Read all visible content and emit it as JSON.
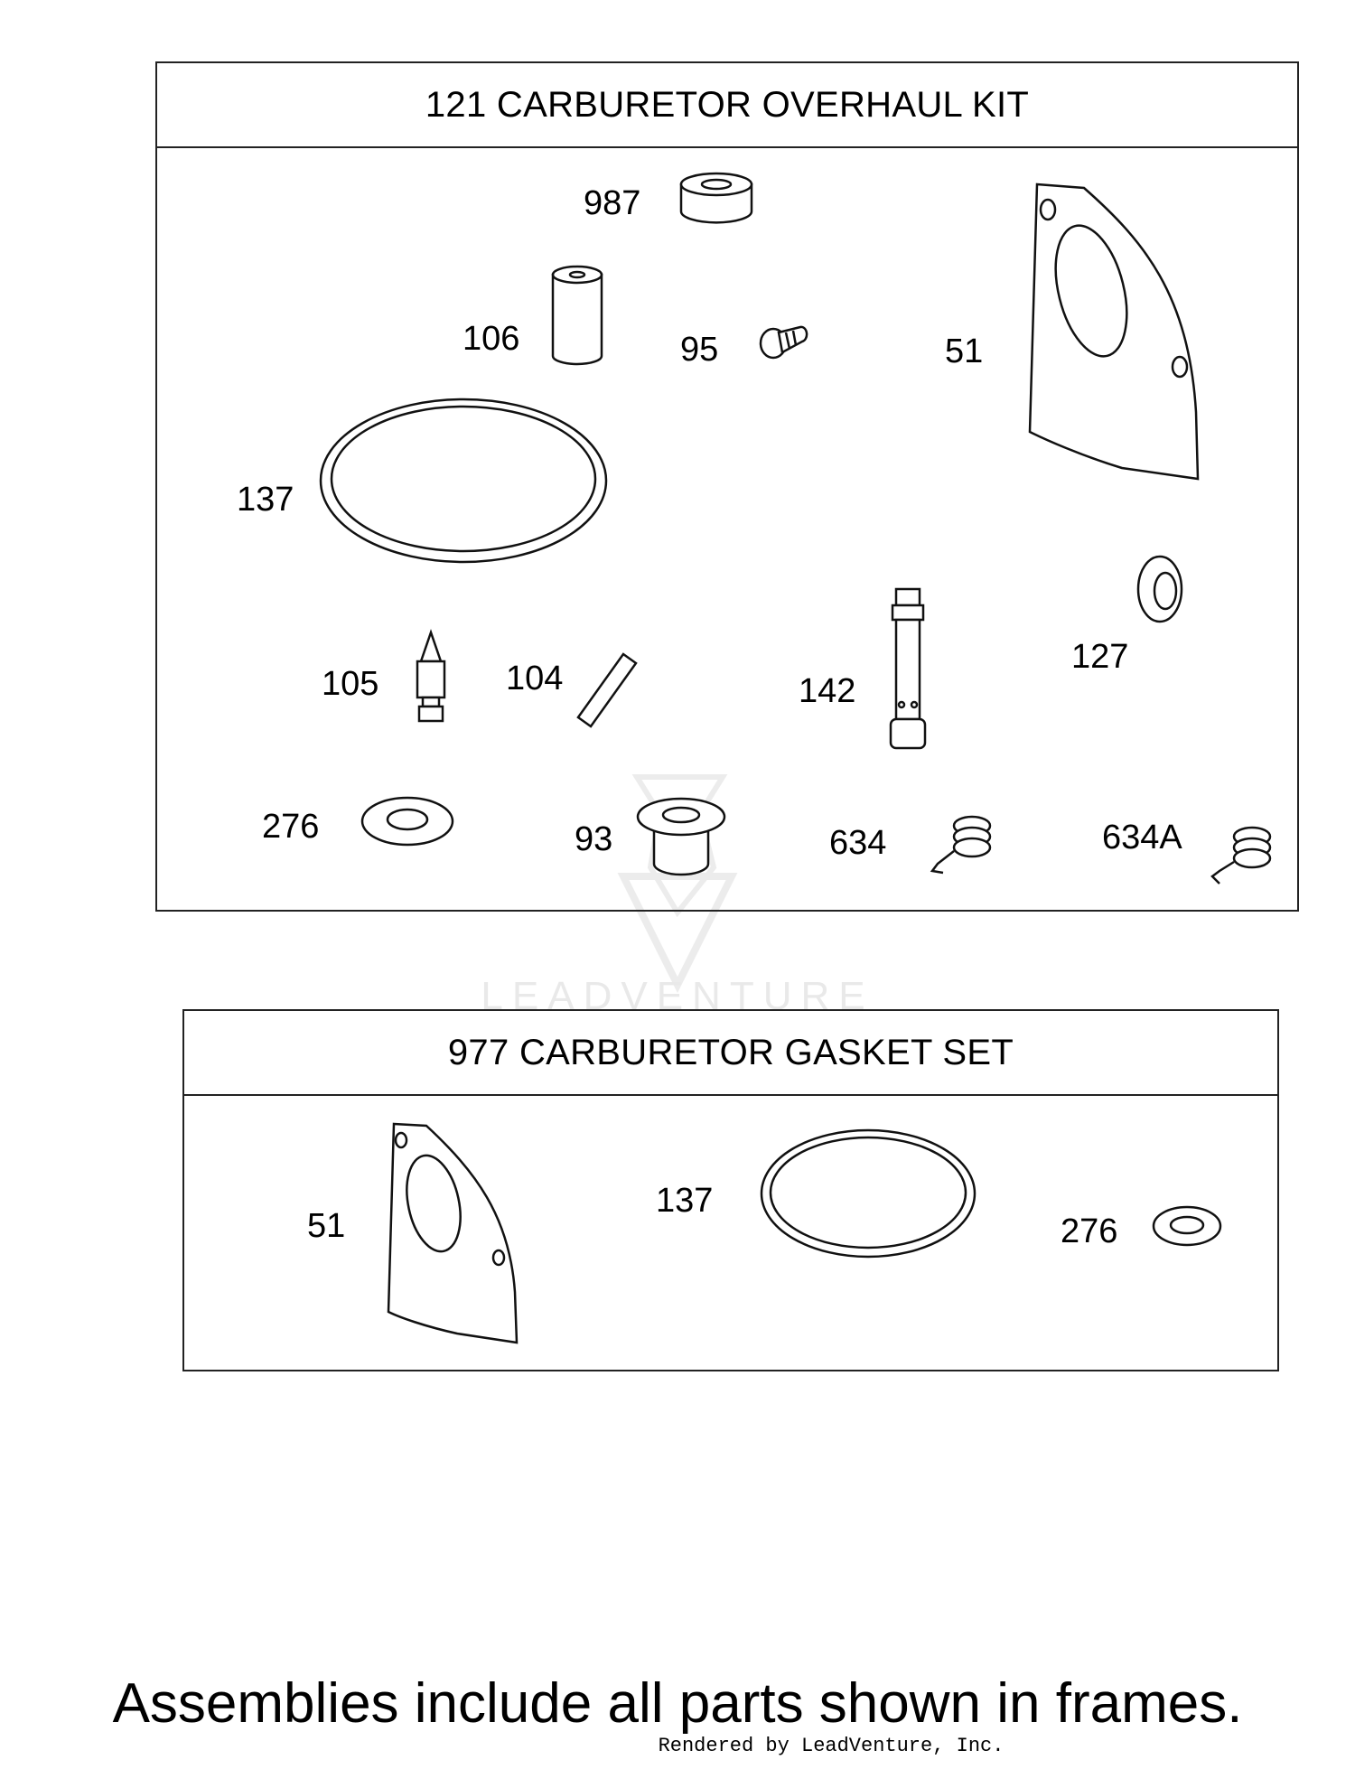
{
  "overhaul_kit": {
    "title": "121 CARBURETOR OVERHAUL KIT",
    "labels": {
      "p987": "987",
      "p106": "106",
      "p95": "95",
      "p51": "51",
      "p137": "137",
      "p105": "105",
      "p104": "104",
      "p142": "142",
      "p127": "127",
      "p276": "276",
      "p93": "93",
      "p634": "634",
      "p634a": "634A"
    }
  },
  "gasket_set": {
    "title": "977 CARBURETOR GASKET SET",
    "labels": {
      "p51": "51",
      "p137": "137",
      "p276": "276"
    }
  },
  "watermark": {
    "brand": "LEADVENTURE",
    "color": "#e9e9e9"
  },
  "footer": {
    "note": "Assemblies include all parts shown in frames.",
    "credit": "Rendered by LeadVenture, Inc."
  }
}
